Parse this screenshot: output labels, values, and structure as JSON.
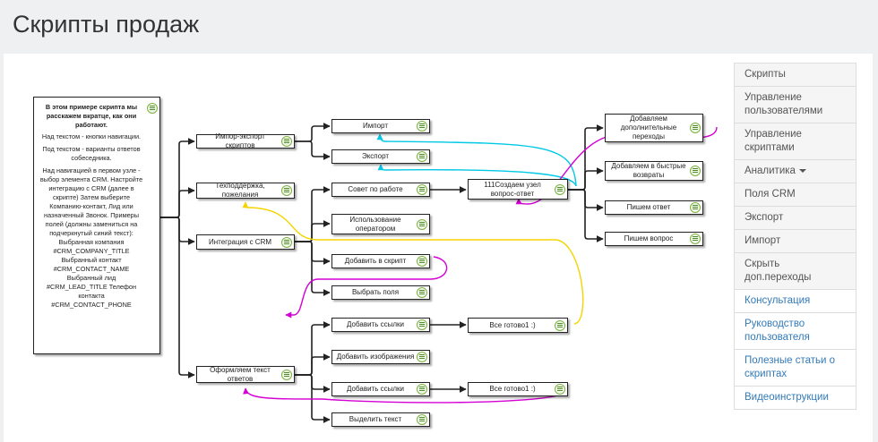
{
  "header": {
    "title": "Скрипты продаж"
  },
  "intro": {
    "bold": "В этом примере скрипта мы расскажем вкратце, как они работают.",
    "line1": "Над текстом - кнопки навигации.",
    "line2": "Под текстом - варианты ответов собеседника.",
    "body": "Над навигацией в первом узле - выбор элемента CRM. Настройте интеграцию с CRM (далее в скрипте) Затем выберите Компанию-контакт, Лид или назначенный Звонок. Примеры полей (должны замениться на подчеркнутый синий текст): Выбранная компания #CRM_COMPANY_TITLE Выбранный контакт #CRM_CONTACT_NAME Выбранный лид #CRM_LEAD_TITLE Телефон контакта #CRM_CONTACT_PHONE"
  },
  "nodes": {
    "import_export": "Импор-экспорт скриптов",
    "techsupport": "Техподдержка, пожелания",
    "crm_integration": "Интеграция с CRM",
    "format_text": "Оформляем текст ответов",
    "import": "Импорт",
    "export": "Экспорт",
    "advice": "Совет по работе",
    "operator_use": "Использование оператором",
    "add_to_script": "Добавить в скрипт",
    "select_fields": "Выбрать поля",
    "add_links_1": "Добавить ссылки",
    "add_images": "Добавить изображения",
    "add_links_2": "Добавить ссылки",
    "highlight_text": "Выделить текст",
    "create_node": "111Создаем узел вопрос-ответ",
    "all_ready_1": "Все готово1 :)",
    "all_ready_2": "Все готово1 :)",
    "add_extra": "Добавляем дополнительные переходы",
    "add_quick": "Добавляем в быстрые возвраты",
    "write_answer": "Пишем ответ",
    "write_question": "Пишем вопрос"
  },
  "sidebar": {
    "items": [
      {
        "label": "Скрипты"
      },
      {
        "label": "Управление пользователями"
      },
      {
        "label": "Управление скриптами"
      },
      {
        "label": "Аналитика"
      },
      {
        "label": "Поля CRM"
      },
      {
        "label": "Экспорт"
      },
      {
        "label": "Импорт"
      },
      {
        "label": "Скрыть доп.переходы"
      },
      {
        "label": "Консультация"
      },
      {
        "label": "Руководство пользователя"
      },
      {
        "label": "Полезные статьи о скриптах"
      },
      {
        "label": "Видеоинструкции"
      }
    ]
  },
  "colors": {
    "edge": "#222222",
    "link_cyan": "#00c8e6",
    "link_magenta": "#d400d4",
    "link_yellow": "#f5d400",
    "menu_icon": "#7cb342",
    "sidebar_link": "#337ab7"
  },
  "icons": {
    "node_menu": "menu-icon",
    "dropdown": "caret-down-icon"
  }
}
